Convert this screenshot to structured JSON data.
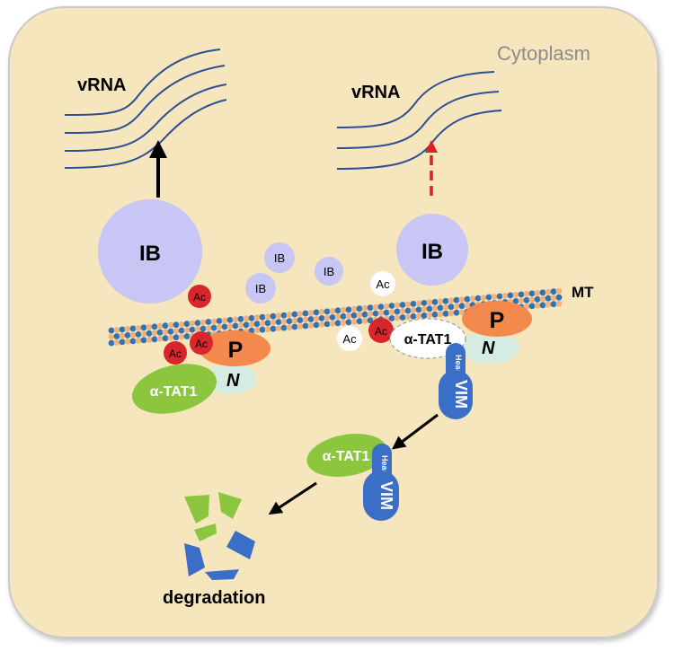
{
  "labels": {
    "compartment": "Cytoplasm",
    "vrna_left": "vRNA",
    "vrna_right": "vRNA",
    "microtubule": "MT",
    "degradation": "degradation",
    "ib_large": "IB",
    "ib_right": "IB",
    "ib_small": "IB",
    "ac": "Ac",
    "tat1": "α-TAT1",
    "protein_p": "P",
    "protein_n": "N",
    "vim": "VIM",
    "vim_head": "Head"
  },
  "colors": {
    "cell_fill": "#f6e6bd",
    "cell_stroke": "#c9c9c9",
    "ib": "#c8c6f4",
    "ac_red": "#d9262c",
    "p_orange": "#f4894d",
    "n_teal": "#d6ece3",
    "tat1_green": "#8cc63f",
    "vim_blue": "#3b6ec6",
    "mt_blue": "#2e74b5",
    "mt_orange": "#f2b282",
    "rna_line": "#2f4f93",
    "arrow_red": "#e02020"
  }
}
